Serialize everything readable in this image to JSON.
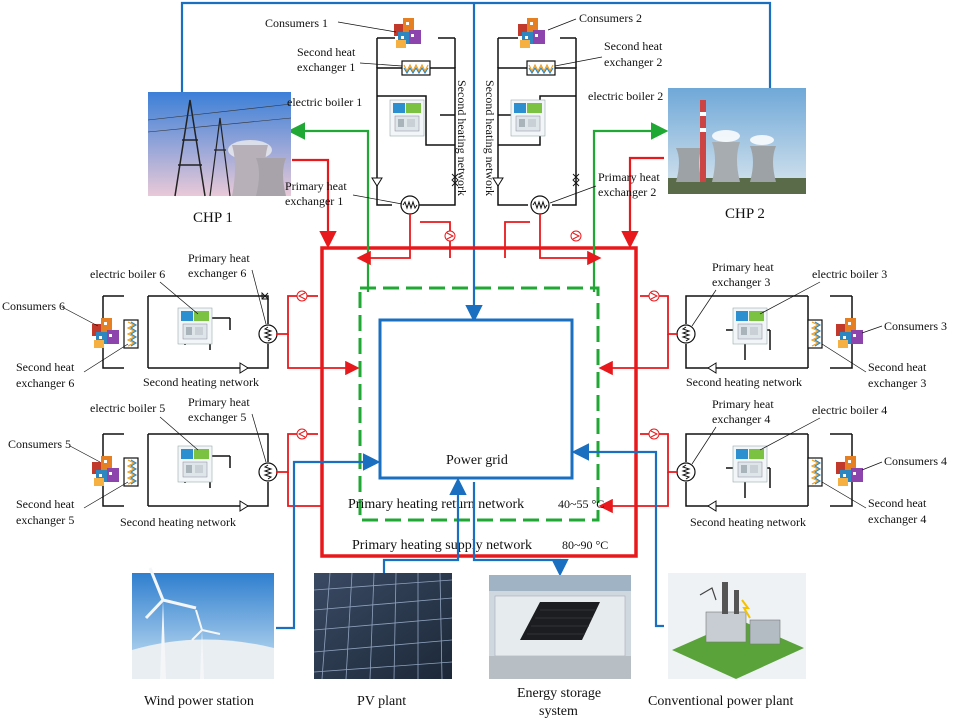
{
  "labels": {
    "chp1": "CHP 1",
    "chp2": "CHP 2",
    "consumers": [
      "Consumers 1",
      "Consumers 2",
      "Consumers 3",
      "Consumers 4",
      "Consumers 5",
      "Consumers 6"
    ],
    "boilers": [
      "electric boiler 1",
      "electric boiler 2",
      "electric boiler 3",
      "electric boiler 4",
      "electric boiler 5",
      "electric boiler 6"
    ],
    "she_line1": "Second heat",
    "she_line2_prefix": "exchanger ",
    "phe_line1": "Primary heat",
    "phe_line2_prefix": "exchanger ",
    "second_network": "Second heating network",
    "power_grid": "Power grid",
    "return_network": "Primary heating return network",
    "return_temp": "40~55 °C",
    "supply_network": "Primary heating supply network",
    "supply_temp": "80~90 °C",
    "wind": "Wind power station",
    "pv": "PV plant",
    "storage_line1": "Energy storage",
    "storage_line2": "system",
    "conventional": "Conventional power plant"
  },
  "colors": {
    "supply": "#e8191c",
    "return": "#20a834",
    "power": "#1a6fc0",
    "pipe": "#111111"
  }
}
